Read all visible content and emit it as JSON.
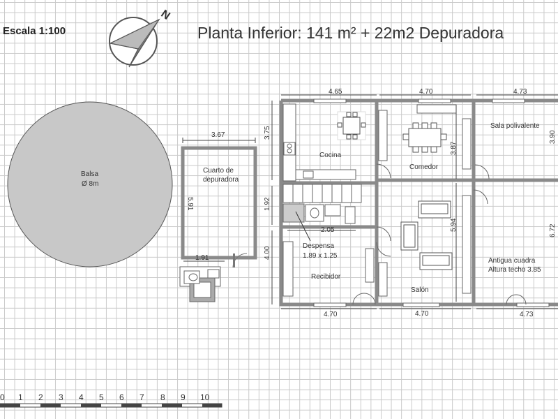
{
  "header": {
    "scale_label": "Escala  1:100",
    "title": "Planta Inferior: 141 m² + 22m2 Depuradora",
    "compass_letter": "N"
  },
  "pool": {
    "name": "Balsa",
    "diameter": "Ø 8m",
    "color": "#c8c8c8"
  },
  "rooms": {
    "depuradora": "Cuarto de depuradora",
    "cocina": "Cocina",
    "comedor": "Comedor",
    "sala": "Sala polivalente",
    "despensa": "Despensa",
    "despensa_size": "1.89 x 1.25",
    "recibidor": "Recibidor",
    "salon": "Salón",
    "cuadra": "Antigua cuadra",
    "cuadra_height": "Altura techo 3.85"
  },
  "dimensions": {
    "top_1": "4.65",
    "top_2": "4.70",
    "top_3": "4.73",
    "bottom_1": "4.70",
    "bottom_2": "4.70",
    "bottom_3": "4.73",
    "depur_width": "3.67",
    "depur_height": "5.91",
    "depur_bottom": "1.91",
    "left_upper": "3.75",
    "left_mid": "1.92",
    "left_lower": "4.00",
    "stair": "2.05",
    "comedor_h": "3.87",
    "salon_h": "5.94",
    "right_upper": "3.90",
    "right_lower": "6.72"
  },
  "scale_bar": {
    "ticks": [
      "0",
      "1",
      "2",
      "3",
      "4",
      "5",
      "6",
      "7",
      "8",
      "9",
      "10"
    ]
  }
}
